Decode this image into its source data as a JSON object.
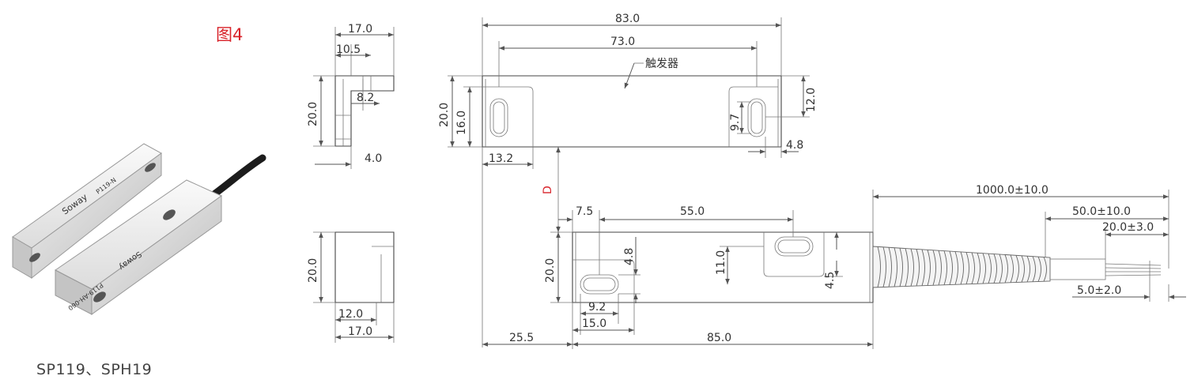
{
  "figure_label": "图4",
  "caption": "SP119、SPH19",
  "photo": {
    "trigger_brand": "Soway",
    "trigger_model": "P119-N",
    "sensor_brand": "Soway",
    "sensor_model": "P119-AH-060"
  },
  "colors": {
    "figure_label": "#d8232a",
    "dimension_D": "#d8232a",
    "line": "#555555"
  },
  "side_view_top": {
    "w17": "17.0",
    "w105": "10.5",
    "w82": "8.2",
    "h20": "20.0",
    "w4": "4.0"
  },
  "side_view_bottom": {
    "h20": "20.0",
    "w12": "12.0",
    "w17": "17.0"
  },
  "trigger_view": {
    "overall": "83.0",
    "holes": "73.0",
    "callout": "触发器",
    "h20": "20.0",
    "h16": "16.0",
    "h12": "12.0",
    "slot": "9.7",
    "right_edge": "4.8",
    "left_edge": "13.2"
  },
  "gap_label": "D",
  "sensor_view": {
    "w75": "7.5",
    "w55": "55.0",
    "h20": "20.0",
    "h48": "4.8",
    "h11": "11.0",
    "h45": "4.5",
    "w92": "9.2",
    "w15": "15.0",
    "w255": "25.5",
    "w85": "85.0"
  },
  "cable": {
    "total": "1000.0±10.0",
    "strip": "50.0±10.0",
    "core": "20.0±3.0",
    "tin": "5.0±2.0"
  }
}
